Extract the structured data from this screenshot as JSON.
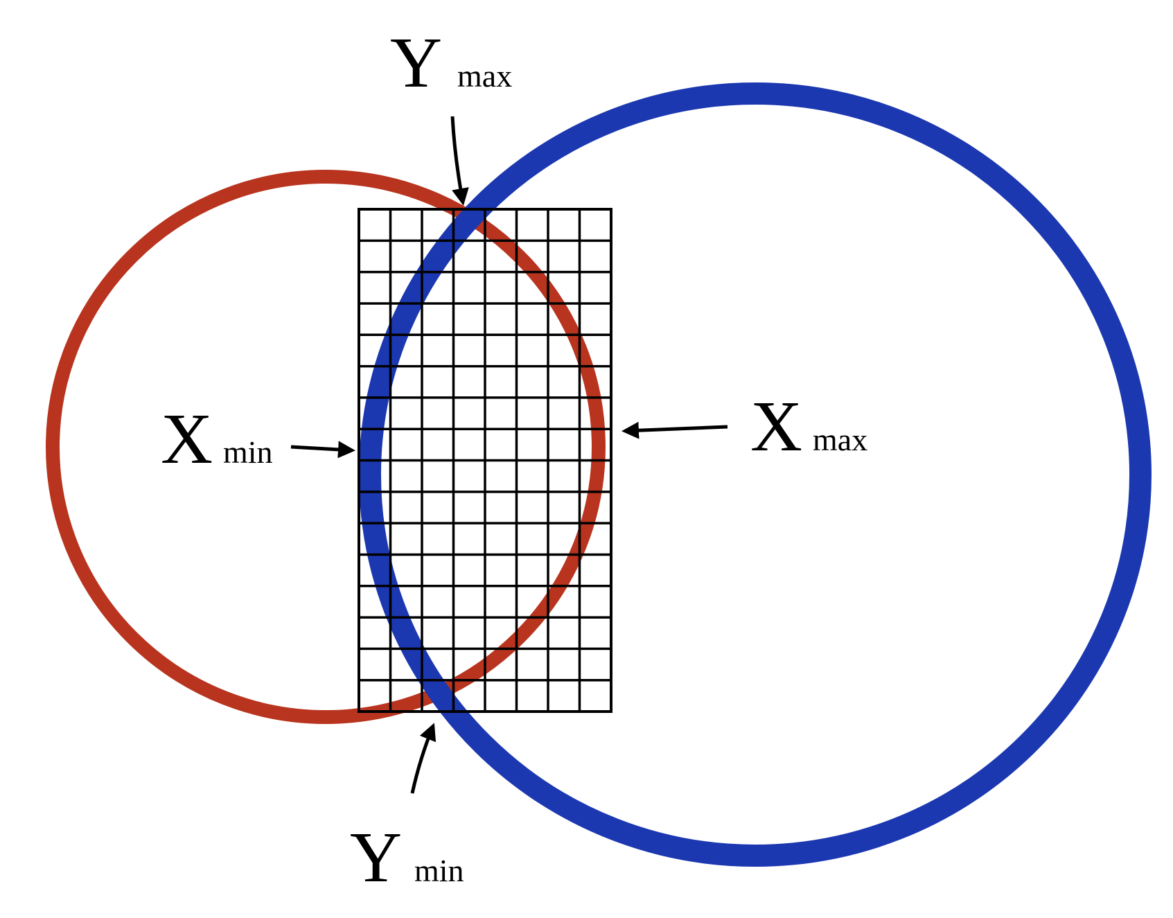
{
  "labels": {
    "y_max": {
      "main": "Y",
      "sub": "max"
    },
    "y_min": {
      "main": "Y",
      "sub": "min"
    },
    "x_min": {
      "main": "X",
      "sub": "min"
    },
    "x_max": {
      "main": "X",
      "sub": "max"
    }
  },
  "grid": {
    "columns": 8,
    "rows": 16
  },
  "colors": {
    "red_circle": "#b8341f",
    "blue_circle": "#1b38b0",
    "grid_lines": "#000000",
    "arrows": "#000000"
  }
}
